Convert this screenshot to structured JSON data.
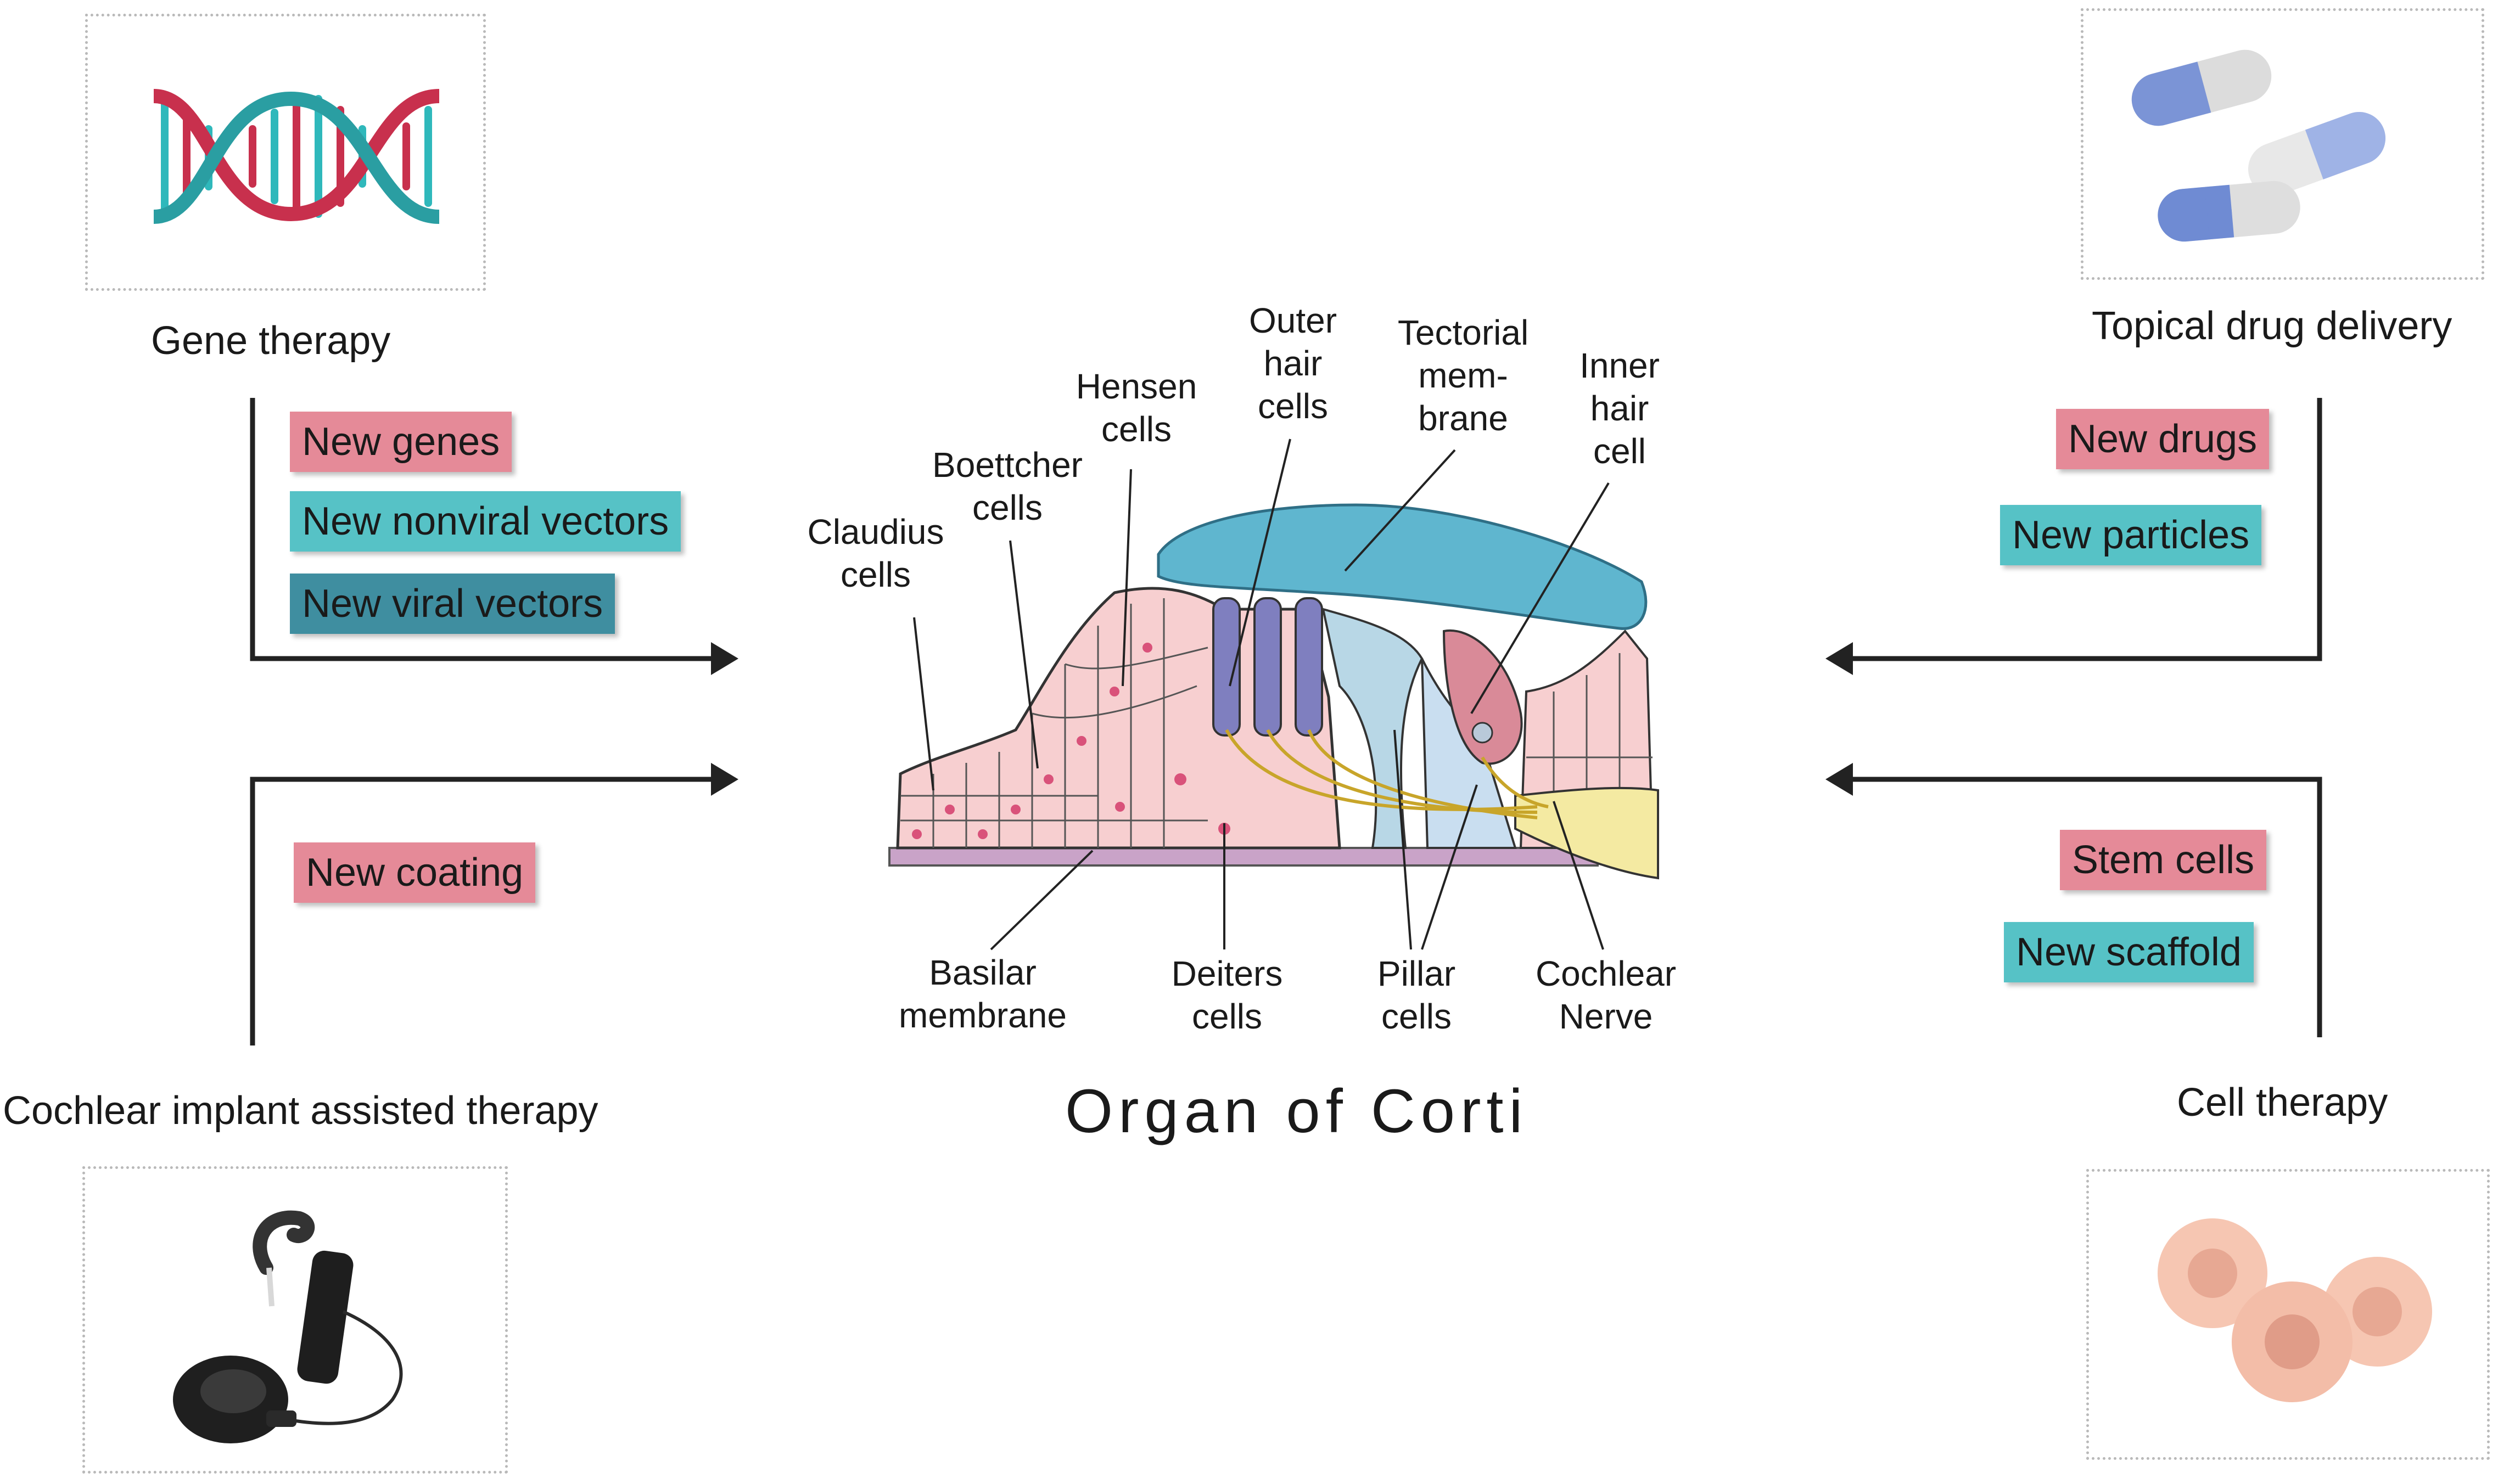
{
  "panels": {
    "gene": {
      "caption": "Gene therapy",
      "tags": [
        "New genes",
        "New nonviral vectors",
        "New viral vectors"
      ]
    },
    "implant": {
      "caption": "Cochlear implant assisted therapy",
      "tags": [
        "New coating"
      ]
    },
    "drug": {
      "caption": "Topical drug delivery",
      "tags": [
        "New drugs",
        "New particles"
      ]
    },
    "cell": {
      "caption": "Cell therapy",
      "tags": [
        "Stem cells",
        "New scaffold"
      ]
    }
  },
  "center": {
    "title": "Organ of Corti",
    "labels": {
      "claudius": [
        "Claudius",
        "cells"
      ],
      "boettcher": [
        "Boettcher",
        "cells"
      ],
      "hensen": [
        "Hensen",
        "cells"
      ],
      "outer_hair": [
        "Outer",
        "hair",
        "cells"
      ],
      "tectorial": [
        "Tectorial",
        "mem-",
        "brane"
      ],
      "inner_hair": [
        "Inner",
        "hair",
        "cell"
      ],
      "basilar": [
        "Basilar",
        "membrane"
      ],
      "deiters": [
        "Deiters",
        "cells"
      ],
      "pillar": [
        "Pillar",
        "cells"
      ],
      "cochlear_nerve": [
        "Cochlear",
        "Nerve"
      ]
    }
  },
  "colors": {
    "pink_tag": "#e58a98",
    "cyan_tag": "#56c2c6",
    "teal_tag": "#3f8ea0",
    "tectorial": "#5fb6cf",
    "hair_cell": "#7f7fbf",
    "tissue": "#f7cfd0"
  }
}
